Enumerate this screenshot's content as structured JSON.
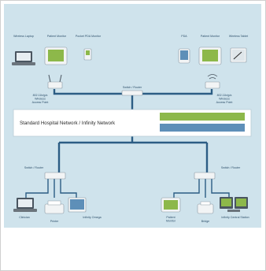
{
  "labels": {
    "wireless_laptop": "Wireless Laptop",
    "patient_monitor_top": "Patient Monitor",
    "pda_top": "Pocket PDA Monitor",
    "pda": "PDA",
    "patient_monitor_right": "Patient Monitor",
    "wireless_tablet": "Wireless Tablet",
    "access_point_left": "802.11b/g/a Wireless Access Point",
    "switch_router_top": "Switch / Router",
    "access_point_right": "802.11b/g/a Wireless Access Point",
    "network_title": "Standard Hospital Network / Infinity Network",
    "network_sub1": "",
    "network_sub2": "",
    "switch_router_left": "Switch / Router",
    "switch_router_right": "Switch / Router",
    "clinician": "Clinician",
    "printer": "Printer",
    "infinity_omega": "Infinity Omega",
    "patient_monitor_bottom": "Patient Monitor",
    "bridge": "Bridge",
    "central_station": "Infinity Central Station"
  }
}
